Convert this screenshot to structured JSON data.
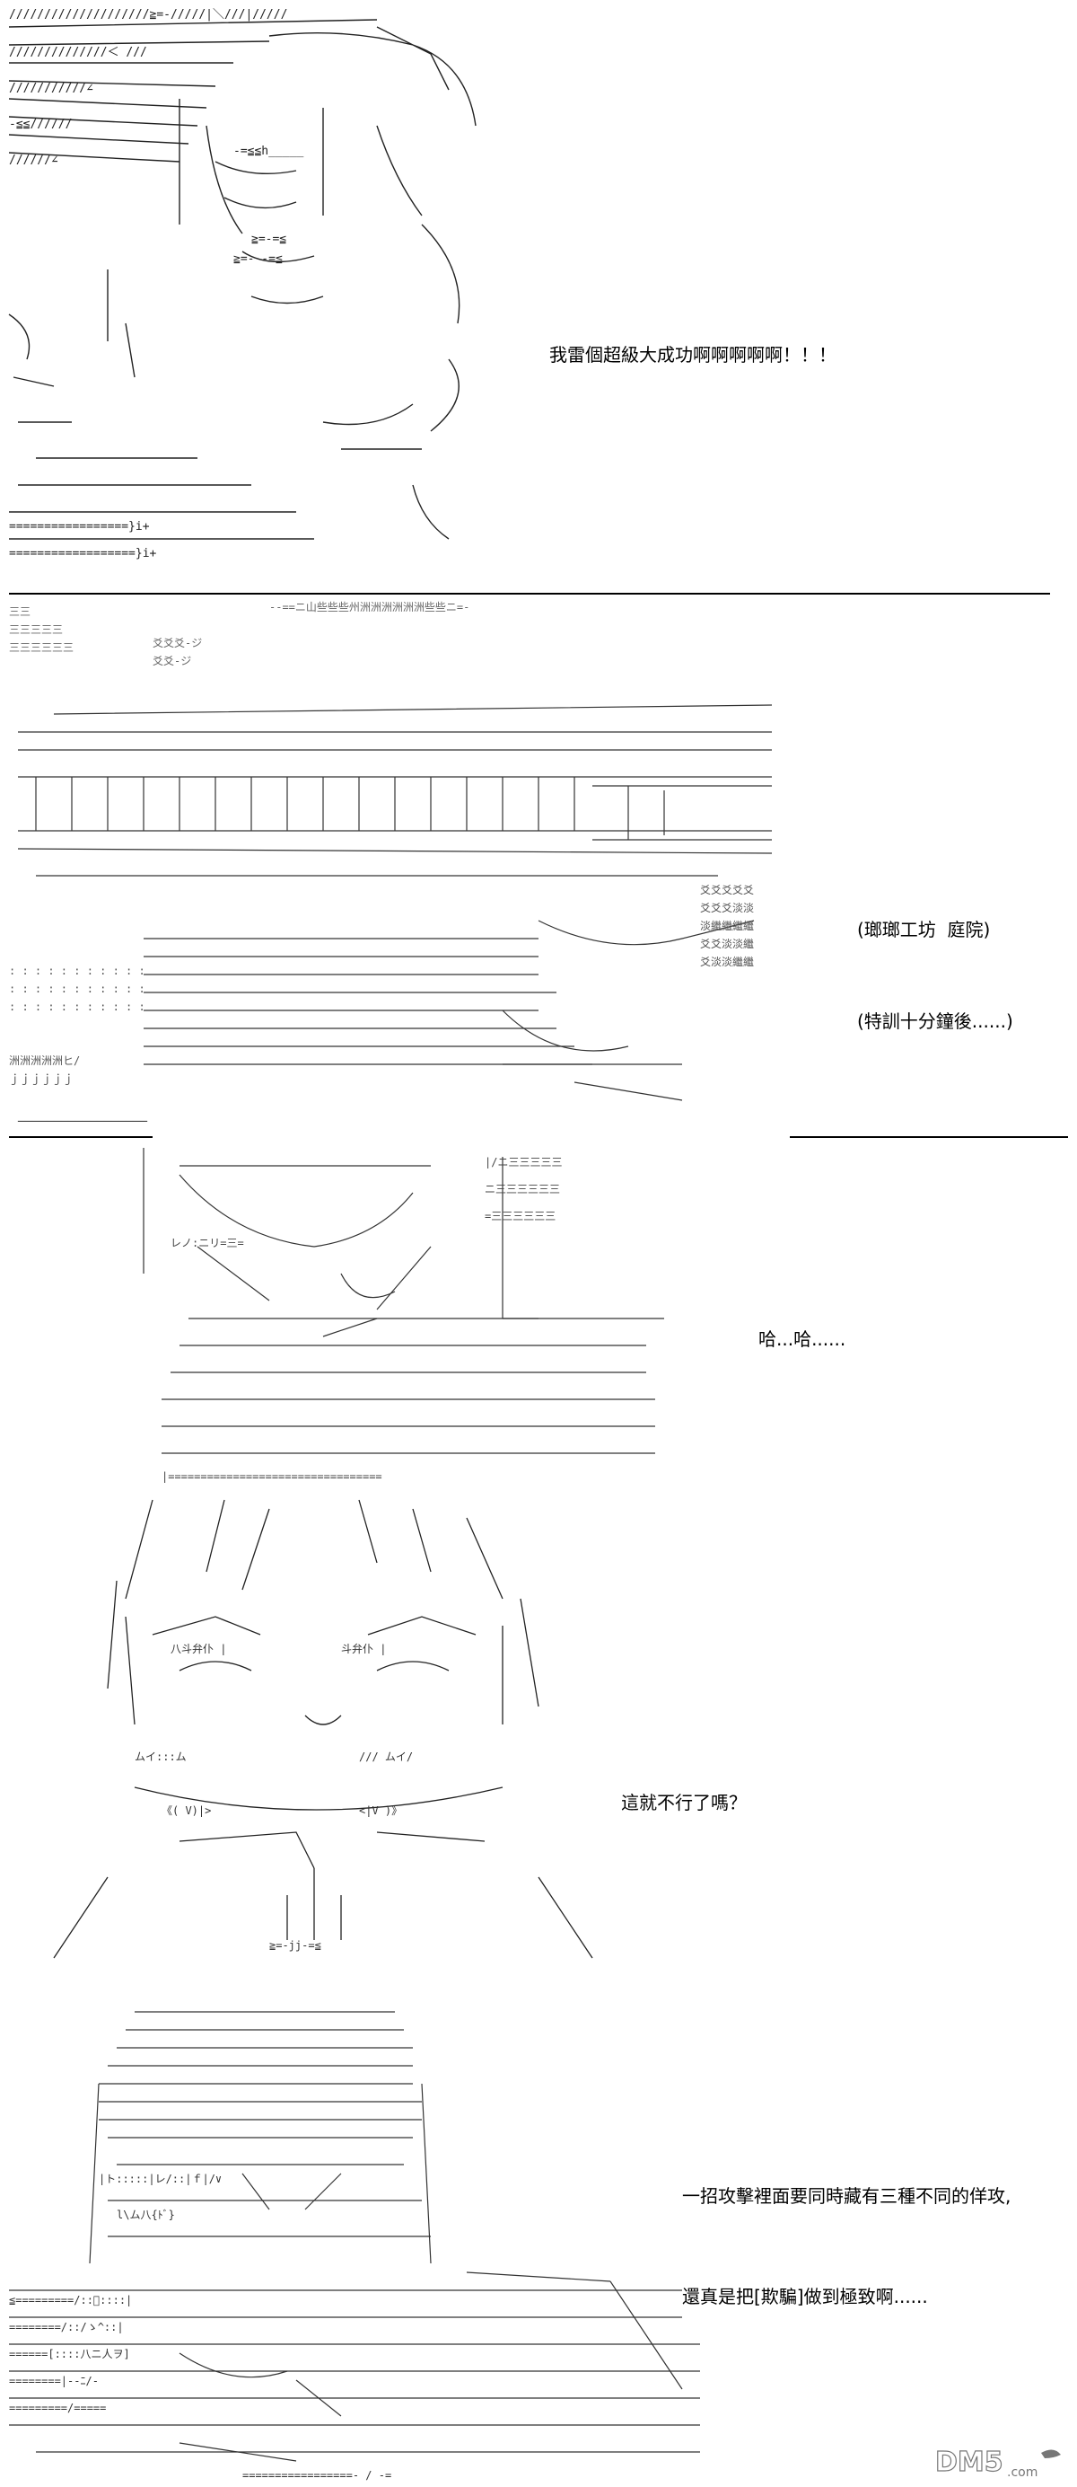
{
  "panels": [
    {
      "caption_lines": [
        "我雷個超級大成功啊啊啊啊啊！！！"
      ]
    },
    {
      "caption_lines": [
        "(瑯瑯工坊  庭院)",
        "(特訓十分鐘後......)"
      ]
    },
    {
      "caption_lines": [
        "哈...哈......"
      ]
    },
    {
      "caption_lines": [
        "這就不行了嗎？"
      ]
    },
    {
      "caption_lines": [
        "一招攻擊裡面要同時藏有三種不同的佯攻,",
        "還真是把[欺騙]做到極致啊......"
      ]
    }
  ],
  "watermark": {
    "text": "DM5",
    "suffix": ".com"
  }
}
